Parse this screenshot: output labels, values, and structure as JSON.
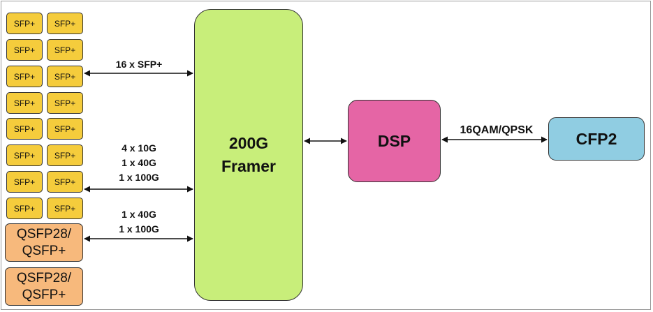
{
  "sfp_modules": [
    "SFP+",
    "SFP+",
    "SFP+",
    "SFP+",
    "SFP+",
    "SFP+",
    "SFP+",
    "SFP+",
    "SFP+",
    "SFP+",
    "SFP+",
    "SFP+",
    "SFP+",
    "SFP+",
    "SFP+",
    "SFP+"
  ],
  "qsfp_modules": [
    "QSFP28/\nQSFP+",
    "QSFP28/\nQSFP+"
  ],
  "framer": {
    "label": "200G\nFramer"
  },
  "dsp": {
    "label": "DSP"
  },
  "cfp2": {
    "label": "CFP2"
  },
  "links": {
    "sfp_link": "16 x SFP+",
    "mixed_link": "4 x 10G\n1 x 40G\n1 x 100G",
    "qsfp_link": "1 x 40G\n1 x 100G",
    "modulation_link": "16QAM/QPSK"
  },
  "colors": {
    "sfp": "#f5cc3c",
    "qsfp": "#f7b97c",
    "framer": "#c8ee7a",
    "dsp": "#e565a5",
    "cfp2": "#90cde2"
  }
}
